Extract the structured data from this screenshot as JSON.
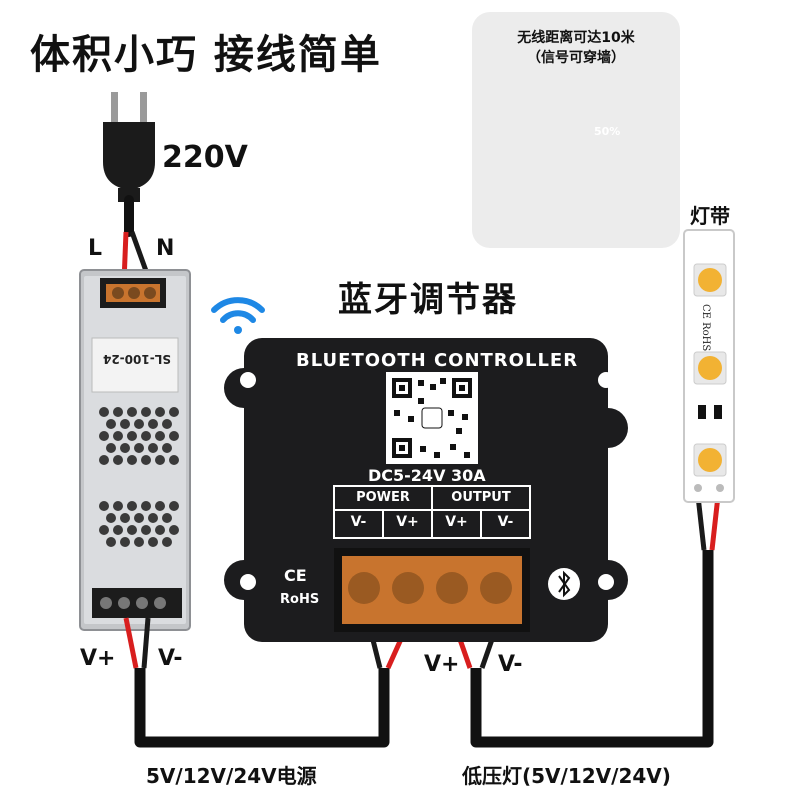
{
  "headline": "体积小巧 接线简单",
  "voltage_input": "220V",
  "psu": {
    "terminal_l": "L",
    "terminal_n": "N",
    "model": "SL-100-24",
    "out_plus": "V+",
    "out_minus": "V-",
    "caption": "5V/12V/24V电源"
  },
  "remote_card": {
    "line1": "无线距离可达10米",
    "line2": "（信号可穿墙）",
    "phone_percent": "50%"
  },
  "controller": {
    "section_title": "蓝牙调节器",
    "brand_text": "BLUETOOTH CONTROLLER",
    "rating": "DC5-24V 30A",
    "group_power": "POWER",
    "group_output": "OUTPUT",
    "terminals": [
      "V-",
      "V+",
      "V+",
      "V-"
    ],
    "ce_mark": "CE",
    "rohs_mark": "RoHS",
    "out_plus": "V+",
    "out_minus": "V-"
  },
  "strip": {
    "title": "灯带",
    "caption": "低压灯(5V/12V/24V)",
    "marking": "CE RoHS"
  },
  "colors": {
    "wire_red": "#d81e1e",
    "wire_black": "#1a1a1a",
    "wifi_blue": "#1e88e5",
    "controller_body": "#1c1c1e",
    "terminal_amber": "#c8742e",
    "led_yellow": "#f2b233"
  }
}
